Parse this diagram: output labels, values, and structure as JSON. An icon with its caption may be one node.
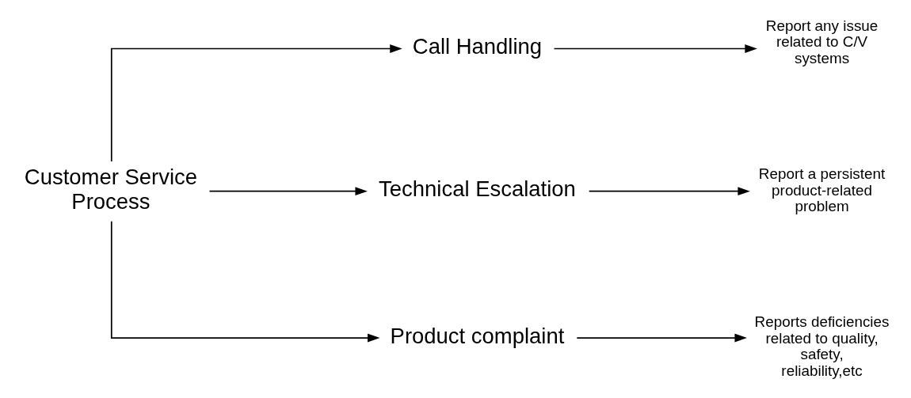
{
  "diagram": {
    "nodes": [
      {
        "text": [
          "Customer Service Process"
        ]
      },
      {
        "text": [
          "Call Handling"
        ]
      },
      {
        "text": [
          "Technical Escalation"
        ]
      },
      {
        "text": [
          "Product complaint"
        ]
      },
      {
        "text": [
          "Report any issue related to C/V systems"
        ]
      },
      {
        "text": [
          "Report a persistent product-related problem"
        ]
      },
      {
        "text": [
          "Reports deficiencies related to quality, safety, reliability,etc"
        ]
      }
    ],
    "edges": [
      {
        "from": 0,
        "to": 1,
        "arrow": "to"
      },
      {
        "from": 0,
        "to": 2,
        "arrow": "to"
      },
      {
        "from": 0,
        "to": 3,
        "arrow": "to"
      },
      {
        "from": 1,
        "to": 4,
        "arrow": "to"
      },
      {
        "from": 2,
        "to": 5,
        "arrow": "to"
      },
      {
        "from": 3,
        "to": 6,
        "arrow": "to"
      }
    ]
  }
}
